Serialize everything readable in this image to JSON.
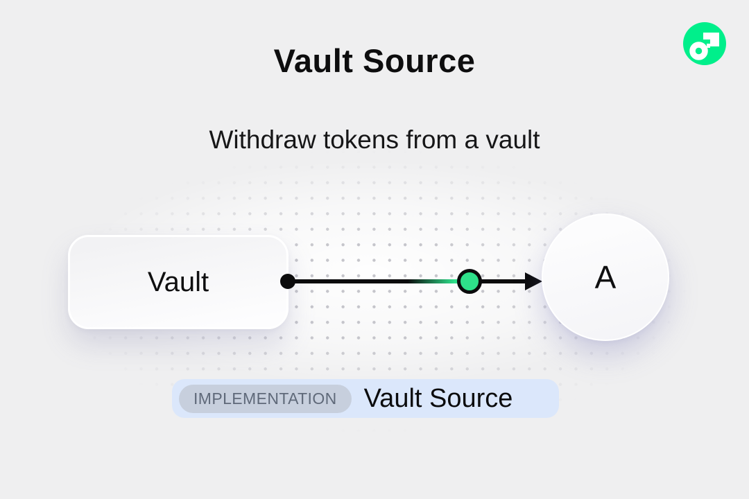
{
  "header": {
    "title": "Vault Source",
    "subtitle": "Withdraw tokens from a vault"
  },
  "logo": {
    "name": "flow-logo",
    "bg_color": "#00ef8b",
    "glyph_color": "#ffffff"
  },
  "diagram": {
    "vault_label": "Vault",
    "account_label": "A",
    "token_color": "#2ee08a",
    "edge_color": "#0b0b0c"
  },
  "caption": {
    "tag": "IMPLEMENTATION",
    "title": "Vault Source",
    "bg_color": "#dbe7fb",
    "tag_bg_color": "#c7cfdd",
    "tag_text_color": "#5f6979"
  },
  "colors": {
    "background": "#efeff0",
    "dot_grid": "#bfbfc5",
    "text": "#0d0d0e"
  }
}
